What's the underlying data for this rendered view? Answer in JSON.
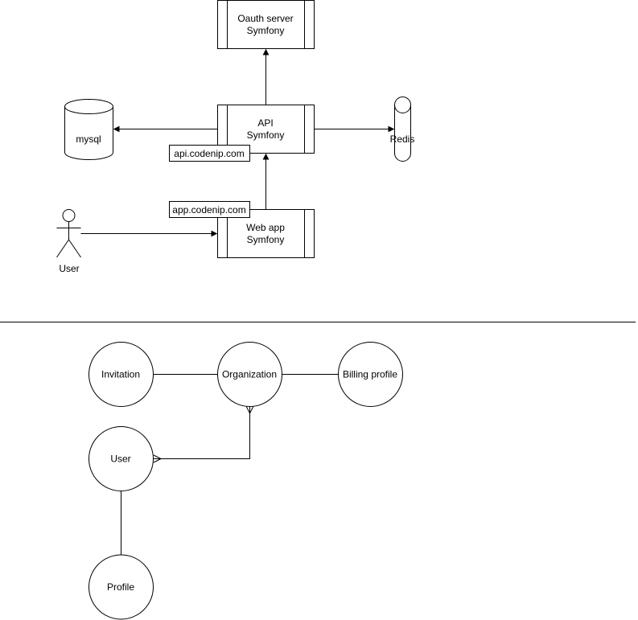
{
  "architecture": {
    "oauth": {
      "line1": "Oauth server",
      "line2": "Symfony"
    },
    "api": {
      "line1": "API",
      "line2": "Symfony",
      "domain": "api.codenip.com"
    },
    "webapp": {
      "line1": "Web app",
      "line2": "Symfony",
      "domain": "app.codenip.com"
    },
    "mysql": {
      "label": "mysql"
    },
    "redis": {
      "label": "Redis"
    },
    "actor": {
      "label": "User"
    }
  },
  "entities": {
    "invitation": "Invitation",
    "organization": "Organization",
    "billing": "Billing profile",
    "user": "User",
    "profile": "Profile"
  }
}
